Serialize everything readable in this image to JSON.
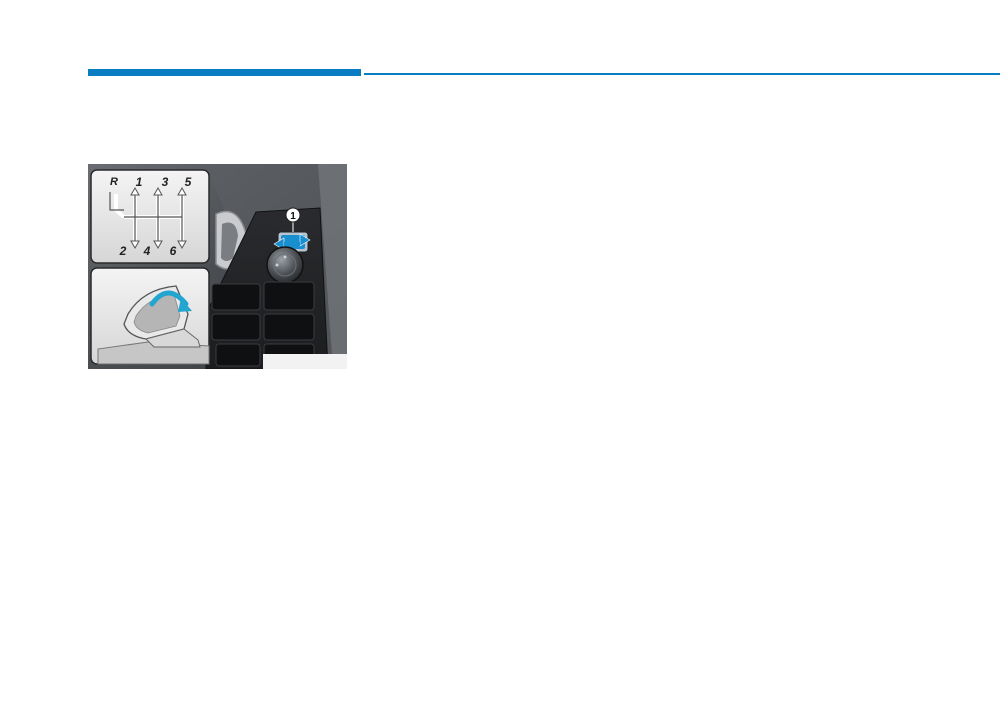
{
  "header": {
    "accent_color": "#0a7cc2"
  },
  "figure": {
    "gear_pattern": {
      "labels": [
        "R",
        "1",
        "3",
        "5",
        "2",
        "4",
        "6"
      ]
    },
    "callout_number": "1",
    "mirror_fold_arrow_color": "#22a6cf",
    "switch_arrow_color": "#1a8fd0"
  }
}
